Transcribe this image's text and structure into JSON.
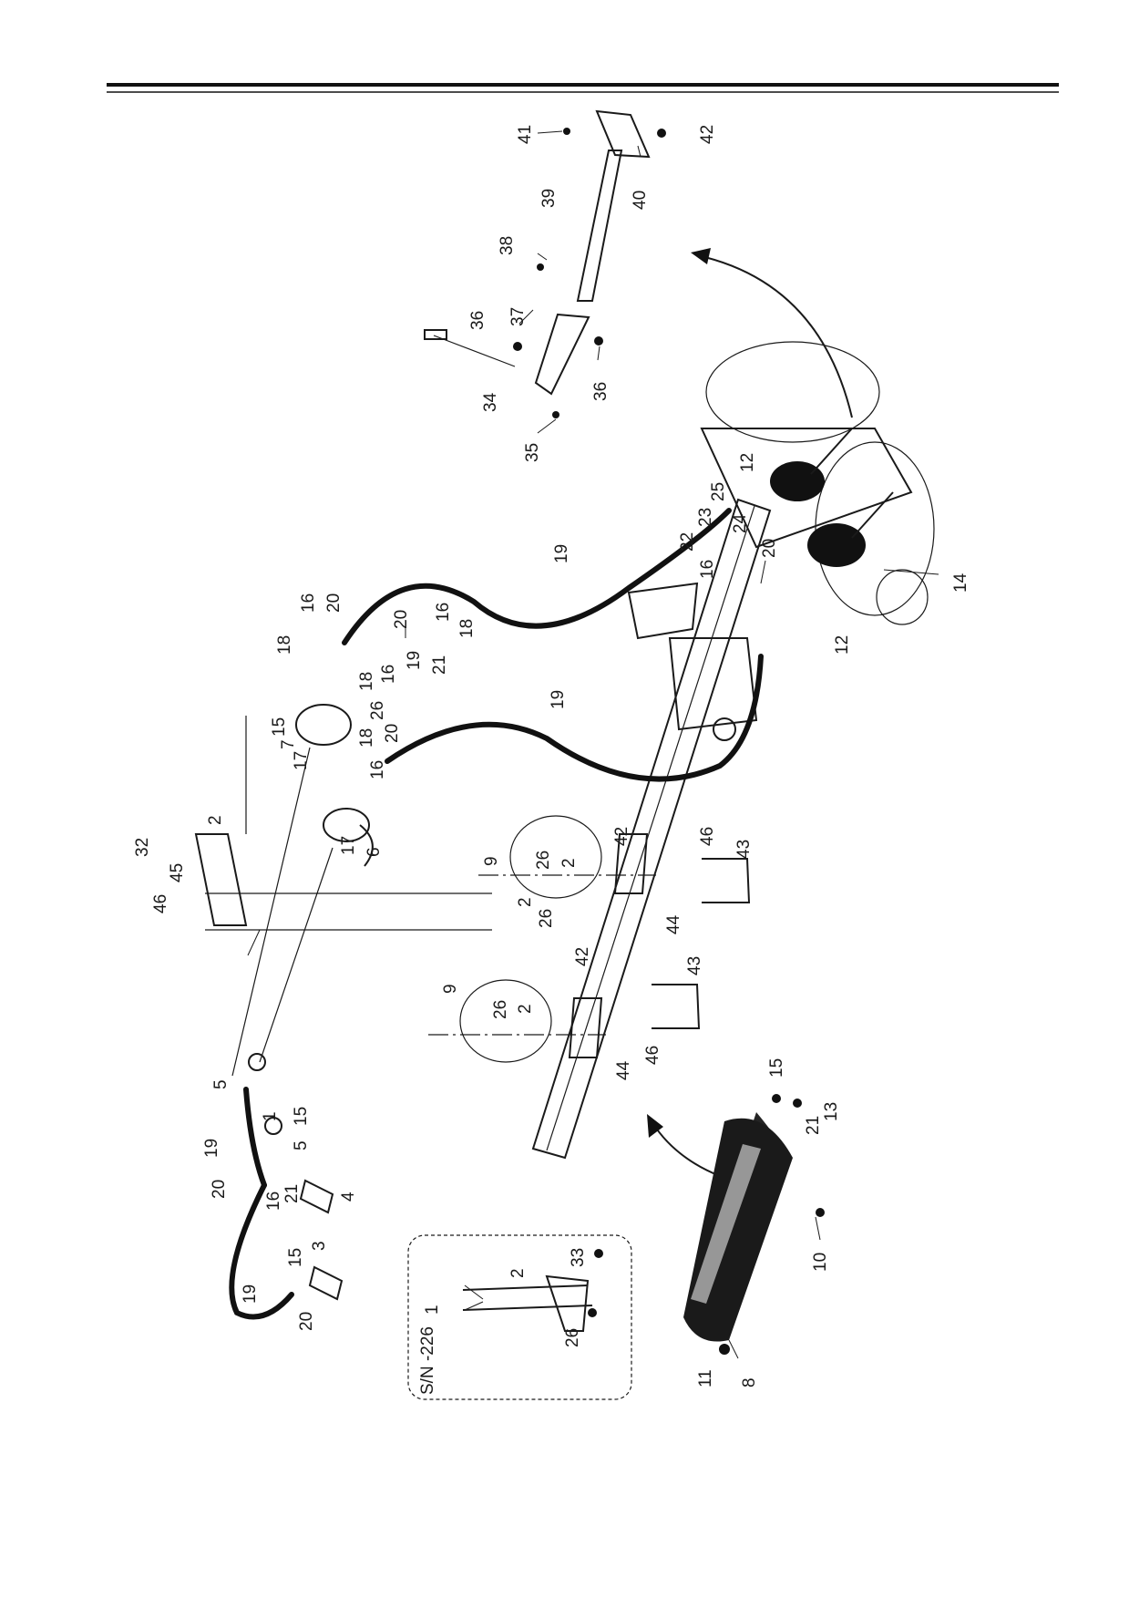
{
  "inset": {
    "caption": "S/N -226"
  },
  "callouts": {
    "c41": "41",
    "c42a": "42",
    "c40": "40",
    "c39": "39",
    "c38": "38",
    "c36a": "36",
    "c37": "37",
    "c36b": "36",
    "c34": "34",
    "c35": "35",
    "c12a": "12",
    "c25": "25",
    "c23": "23",
    "c22": "22",
    "c24": "24",
    "c16a": "16",
    "c20a": "20",
    "c14": "14",
    "c12b": "12",
    "c19a": "19",
    "c18a": "18",
    "c16b": "16",
    "c20b": "20",
    "c18b": "18",
    "c20c": "20",
    "c16c": "16",
    "c19b": "19",
    "c16d": "16",
    "c18c": "18",
    "c21a": "21",
    "c26a": "26",
    "c7": "7",
    "c15a": "15",
    "c18d": "18",
    "c20d": "20",
    "c17a": "17",
    "c16e": "16",
    "c17b": "17",
    "c6": "6",
    "c19c": "19",
    "c32": "32",
    "c2a": "2",
    "c45": "45",
    "c46a": "46",
    "c9a": "9",
    "c26b": "26",
    "c2b": "2",
    "c42b": "42",
    "c46b": "46",
    "c43a": "43",
    "c44a": "44",
    "c2c": "2",
    "c26c": "26",
    "c9b": "9",
    "c26d": "26",
    "c2d": "2",
    "c42c": "42",
    "c43b": "43",
    "c44b": "44",
    "c46c": "46",
    "c5a": "5",
    "c1": "1",
    "c15b": "15",
    "c5b": "5",
    "c19d": "19",
    "c20e": "20",
    "c21b": "21",
    "c16f": "16",
    "c4": "4",
    "c15c": "15",
    "c3": "3",
    "c19e": "19",
    "c20f": "20",
    "c2e": "2",
    "c33": "33",
    "c26e": "26",
    "c1b": "1",
    "c15d": "15",
    "c13": "13",
    "c21c": "21",
    "c10": "10",
    "c11": "11",
    "c8": "8"
  }
}
